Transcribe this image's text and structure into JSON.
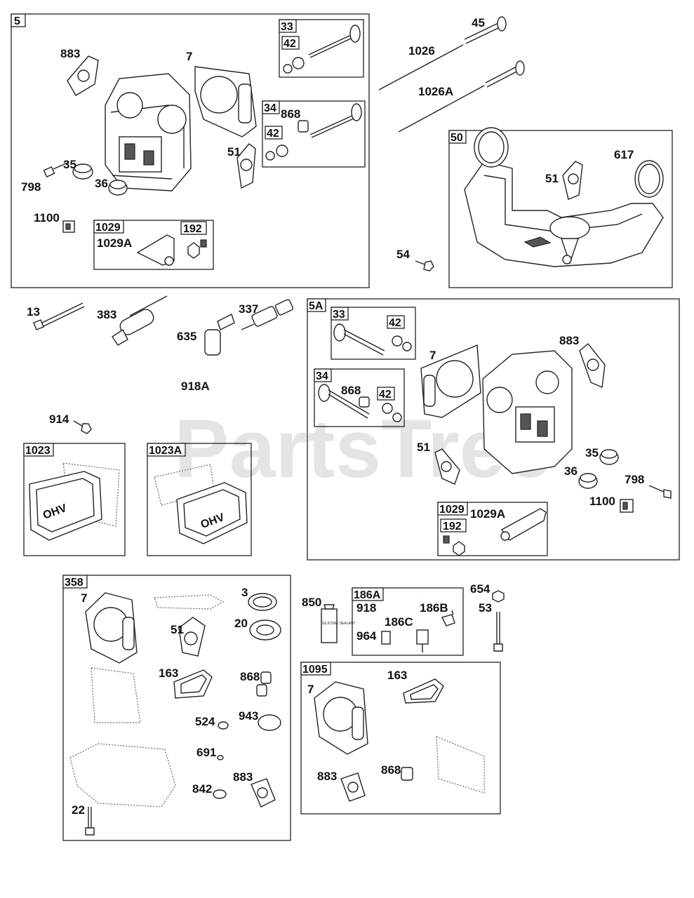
{
  "watermark": "PartsTree",
  "groups": {
    "g5": "5",
    "g33": "33",
    "g42a": "42",
    "g34": "34",
    "g42b": "42",
    "g1029": "1029",
    "g192": "192",
    "g50": "50",
    "g5A": "5A",
    "g33b": "33",
    "g42c": "42",
    "g34b": "34",
    "g42d": "42",
    "g1029b": "1029",
    "g192b": "192",
    "g1023": "1023",
    "g1023A": "1023A",
    "g358": "358",
    "g186A": "186A",
    "g1095": "1095"
  },
  "labels": {
    "p883a": "883",
    "p7a": "7",
    "p868a": "868",
    "p51a": "51",
    "p35a": "35",
    "p36a": "36",
    "p798a": "798",
    "p1100a": "1100",
    "p1029Aa": "1029A",
    "p45": "45",
    "p1026": "1026",
    "p1026A": "1026A",
    "p51b": "51",
    "p617": "617",
    "p54": "54",
    "p13": "13",
    "p383": "383",
    "p337": "337",
    "p635": "635",
    "p918A": "918A",
    "p914": "914",
    "p7b": "7",
    "p883b": "883",
    "p868b": "868",
    "p51c": "51",
    "p35b": "35",
    "p36b": "36",
    "p798b": "798",
    "p1100b": "1100",
    "p1029Ab": "1029A",
    "p7c": "7",
    "p3": "3",
    "p20": "20",
    "p51d": "51",
    "p163a": "163",
    "p868c": "868",
    "p524": "524",
    "p943": "943",
    "p691": "691",
    "p883c": "883",
    "p842": "842",
    "p22": "22",
    "p850": "850",
    "p918": "918",
    "p186B": "186B",
    "p186C": "186C",
    "p964": "964",
    "p654": "654",
    "p53": "53",
    "p7d": "7",
    "p163b": "163",
    "p883d": "883",
    "p868d": "868"
  },
  "art_text": {
    "ohv_a": "OHV",
    "ohv_b": "OHV",
    "sealant": "SILICONE SEALANT"
  }
}
